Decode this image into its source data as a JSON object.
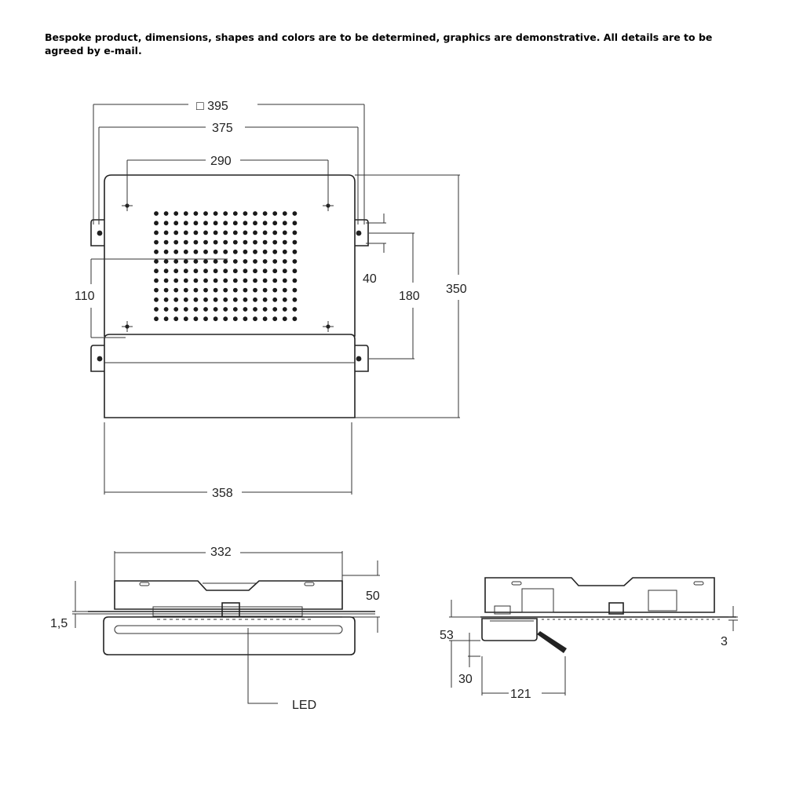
{
  "note": "Bespoke product, dimensions, shapes and colors are to be determined, graphics are demonstrative. All details are to be agreed by e-mail.",
  "front_view": {
    "dim_outer": "□ 395",
    "dim_375": "375",
    "dim_290": "290",
    "dim_110": "110",
    "dim_40": "40",
    "dim_180": "180",
    "dim_350": "350",
    "dim_358": "358"
  },
  "side_view": {
    "dim_332": "332",
    "dim_50": "50",
    "dim_1_5": "1,5",
    "label_led": "LED"
  },
  "section_view": {
    "dim_53": "53",
    "dim_30": "30",
    "dim_121": "121",
    "dim_3": "3"
  }
}
